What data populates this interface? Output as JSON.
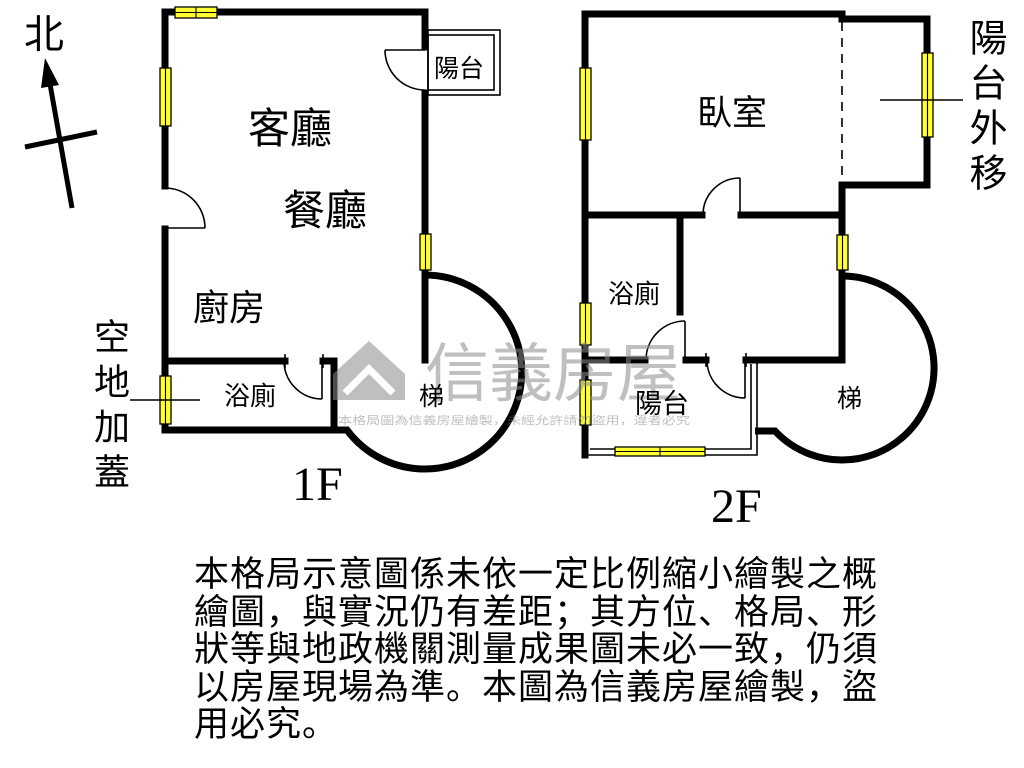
{
  "compass": {
    "north_label": "北"
  },
  "floor_1f": {
    "floor_label": "1F",
    "living_room": "客廳",
    "dining_room": "餐廳",
    "kitchen": "廚房",
    "bathroom": "浴廁",
    "stairs": "梯",
    "balcony": "陽台",
    "side_note": "空地加蓋"
  },
  "floor_2f": {
    "floor_label": "2F",
    "bedroom": "臥室",
    "bathroom": "浴廁",
    "balcony": "陽台",
    "stairs": "梯",
    "side_note": "陽台外移"
  },
  "watermark": {
    "brand": "信義房屋",
    "notice": "本格局圖為信義房屋繪製，未經允許請勿盜用，違者必究"
  },
  "disclaimer": {
    "lines": [
      "本格局示意圖係未依一定比例縮小繪製之概",
      "繪圖，與實況仍有差距；其方位、格局、形",
      "狀等與地政機關測量成果圖未必一致，仍須",
      "以房屋現場為準。本圖為信義房屋繪製，盜",
      "用必究。"
    ]
  },
  "colors": {
    "wall": "#000000",
    "window": "#ffff33",
    "watermark": "#8c8c8c",
    "background": "#ffffff"
  }
}
